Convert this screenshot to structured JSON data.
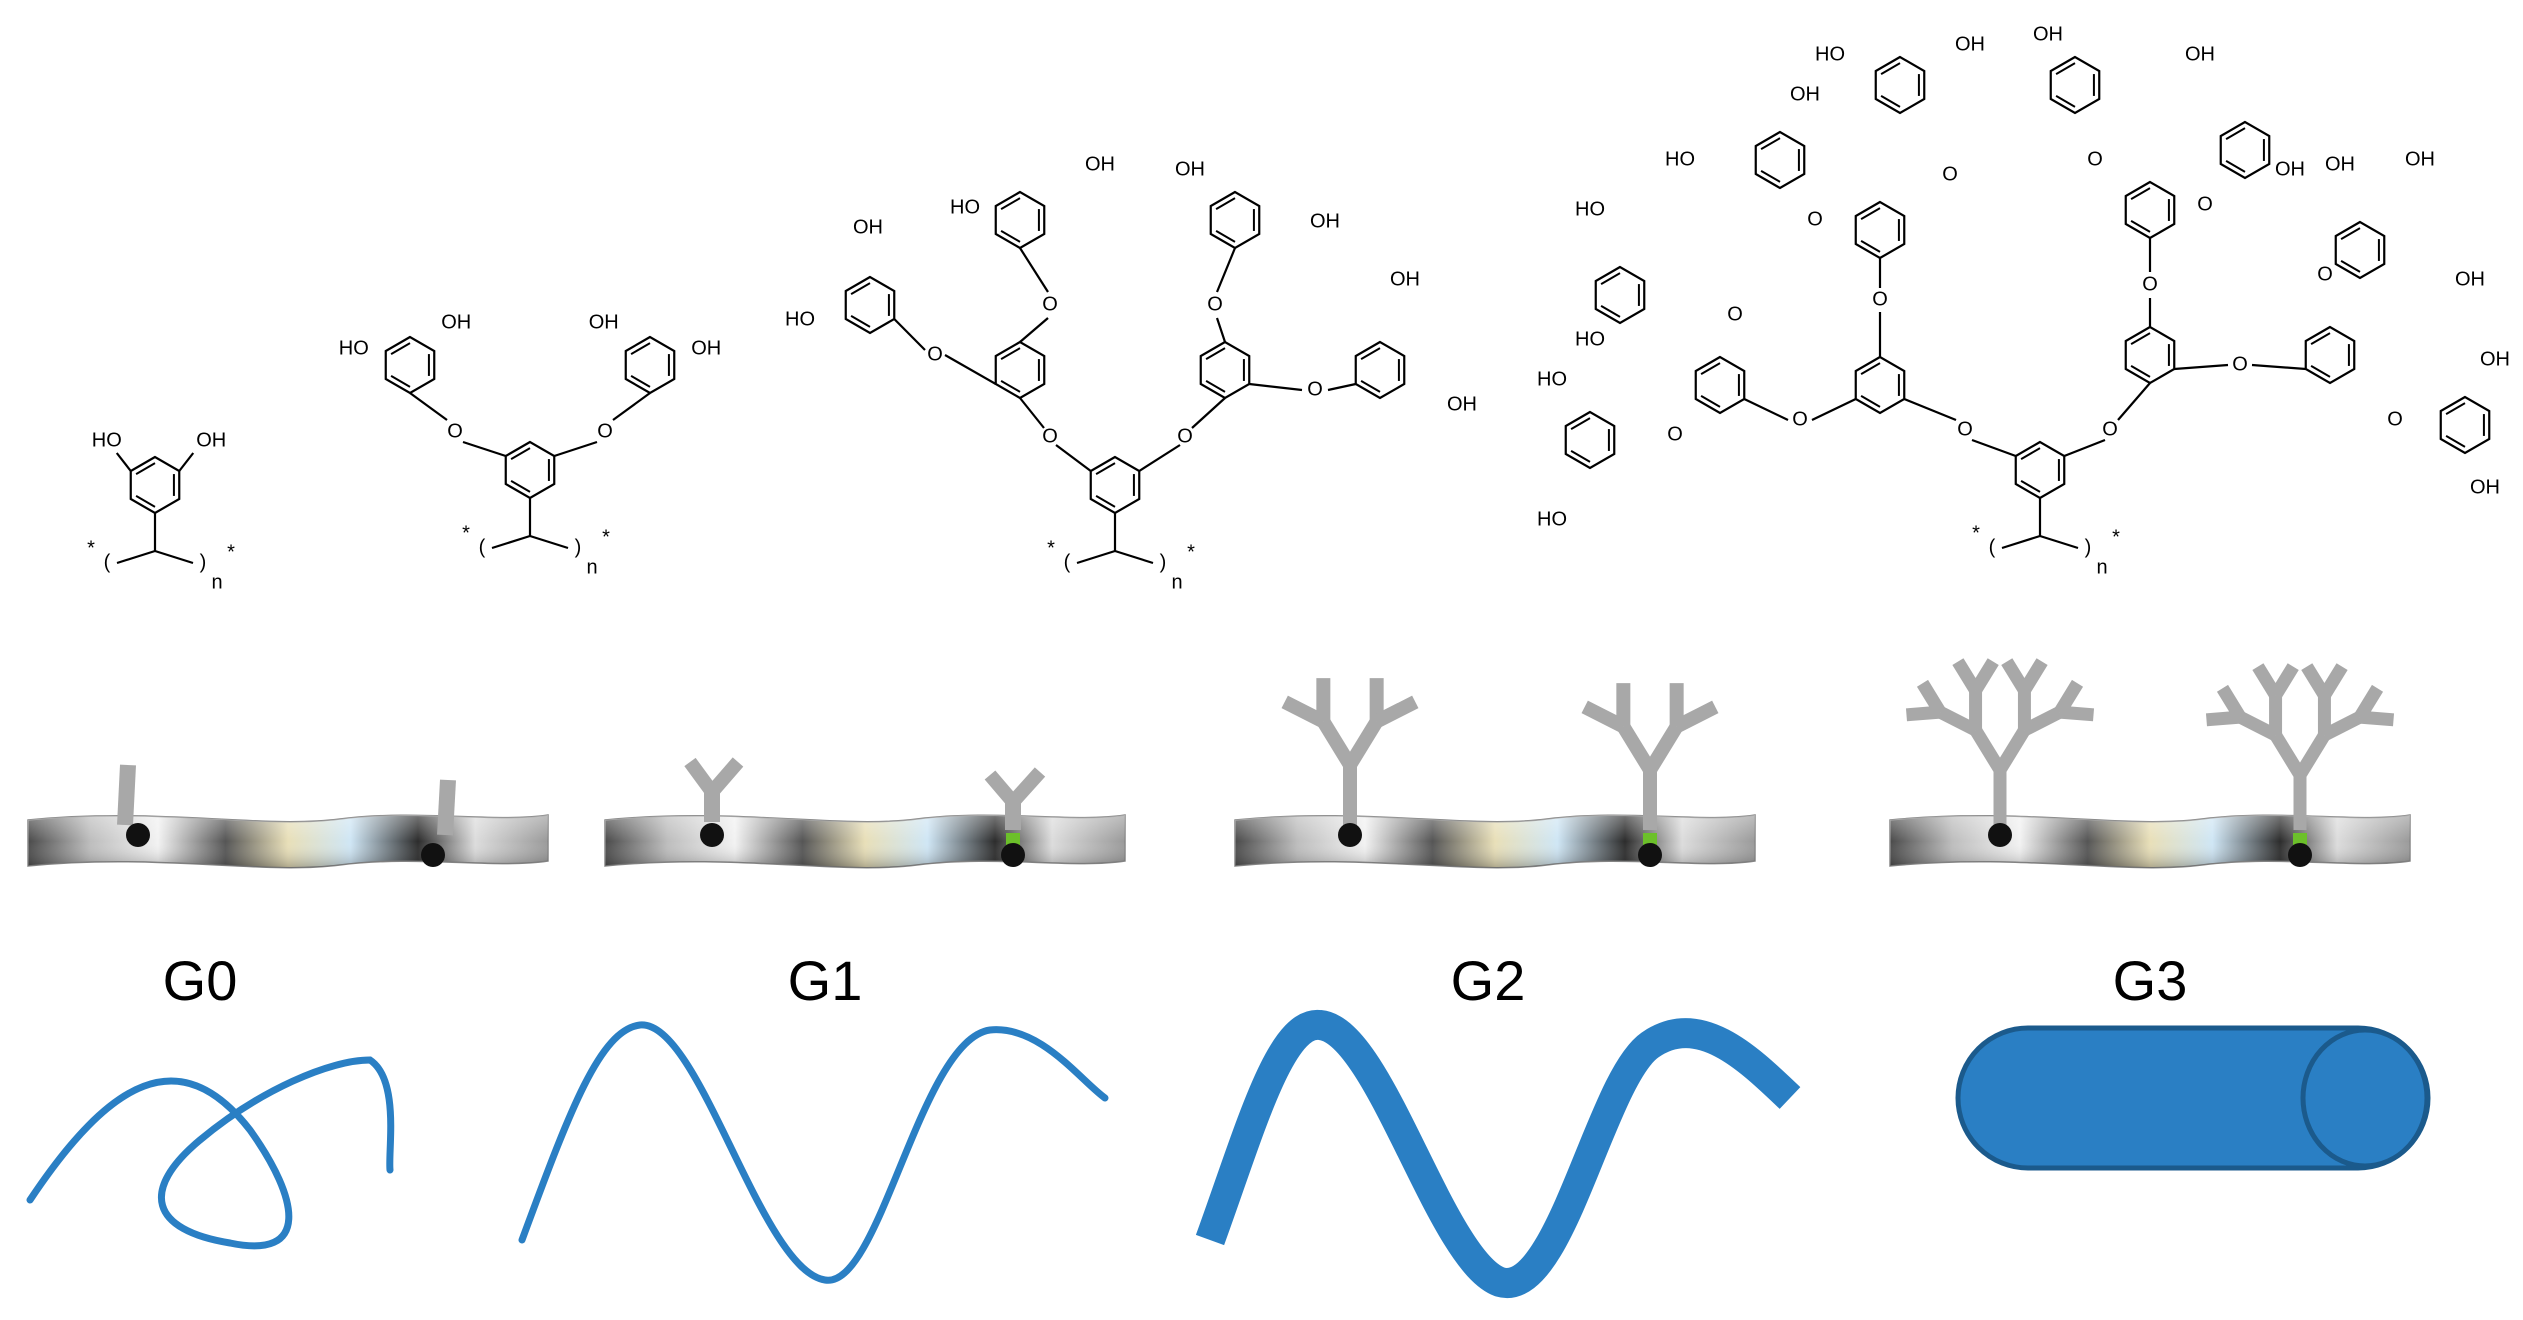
{
  "generations": [
    {
      "id": "g0",
      "label": "G0",
      "morphology": "coil"
    },
    {
      "id": "g1",
      "label": "G1",
      "morphology": "thin-helix"
    },
    {
      "id": "g2",
      "label": "G2",
      "morphology": "thick-helix"
    },
    {
      "id": "g3",
      "label": "G3",
      "morphology": "rod"
    }
  ],
  "chem": {
    "hydroxyl": "OH",
    "hydroxyl_left": "HO",
    "ether": "O",
    "repeat": "n",
    "end": "*"
  },
  "colors": {
    "coil": "#2a7fc4",
    "rod_fill": "#2a7fc4",
    "rod_edge": "#1b5a8c",
    "dendron": "#a8a8a8",
    "core": "#111111",
    "link": "#6cc02a"
  }
}
